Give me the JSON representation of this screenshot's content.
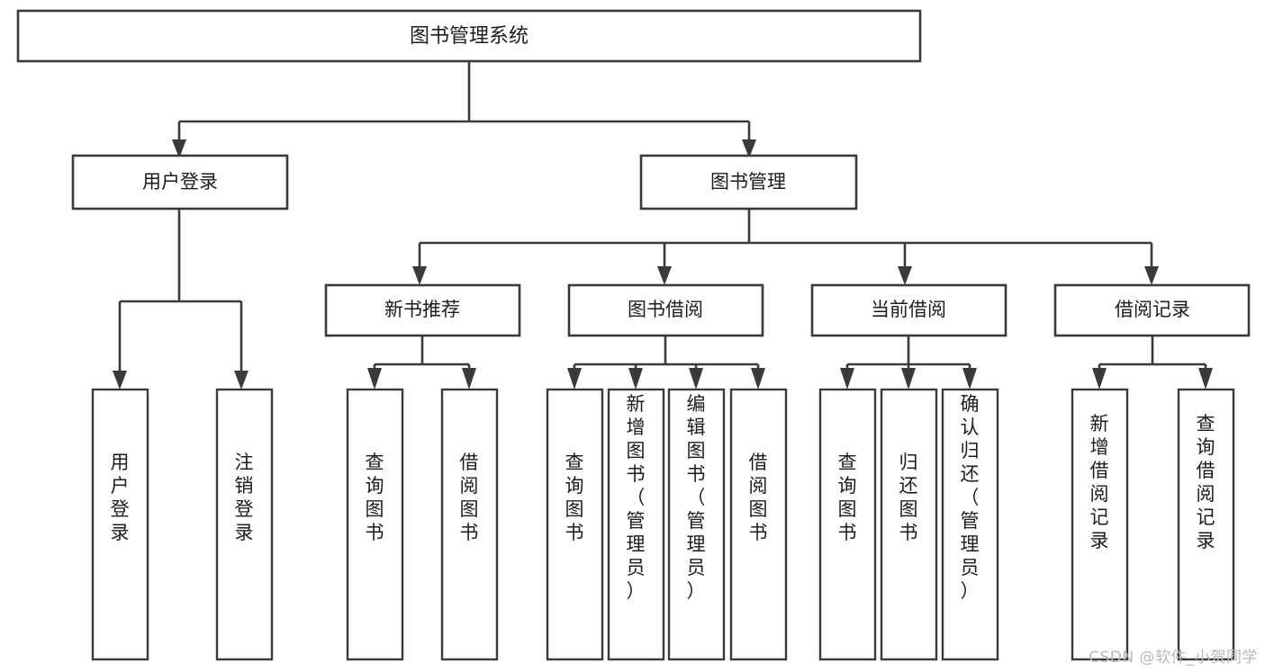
{
  "diagram": {
    "type": "tree",
    "title": "图书管理系统",
    "watermark": "CSDN @软件_小贺同学",
    "colors": {
      "background": "#ffffff",
      "box_fill": "#ffffff",
      "box_stroke": "#3a3a3a",
      "text": "#1c1c1c",
      "watermark": "#b9b9b9"
    },
    "root": {
      "label": "图书管理系统"
    },
    "level2": [
      {
        "label": "用户登录"
      },
      {
        "label": "图书管理"
      }
    ],
    "level3": [
      {
        "label": "新书推荐"
      },
      {
        "label": "图书借阅"
      },
      {
        "label": "当前借阅"
      },
      {
        "label": "借阅记录"
      }
    ],
    "leaves": {
      "user_login": [
        {
          "label": "用户登录"
        },
        {
          "label": "注销登录"
        }
      ],
      "new_book_recommend": [
        {
          "label": "查询图书"
        },
        {
          "label": "借阅图书"
        }
      ],
      "book_borrow": [
        {
          "label": "查询图书"
        },
        {
          "label": "新增图书（管理员）"
        },
        {
          "label": "编辑图书（管理员）"
        },
        {
          "label": "借阅图书"
        }
      ],
      "current_borrow": [
        {
          "label": "查询图书"
        },
        {
          "label": "归还图书"
        },
        {
          "label": "确认归还（管理员）"
        }
      ],
      "borrow_record": [
        {
          "label": "新增借阅记录"
        },
        {
          "label": "查询借阅记录"
        }
      ]
    }
  }
}
